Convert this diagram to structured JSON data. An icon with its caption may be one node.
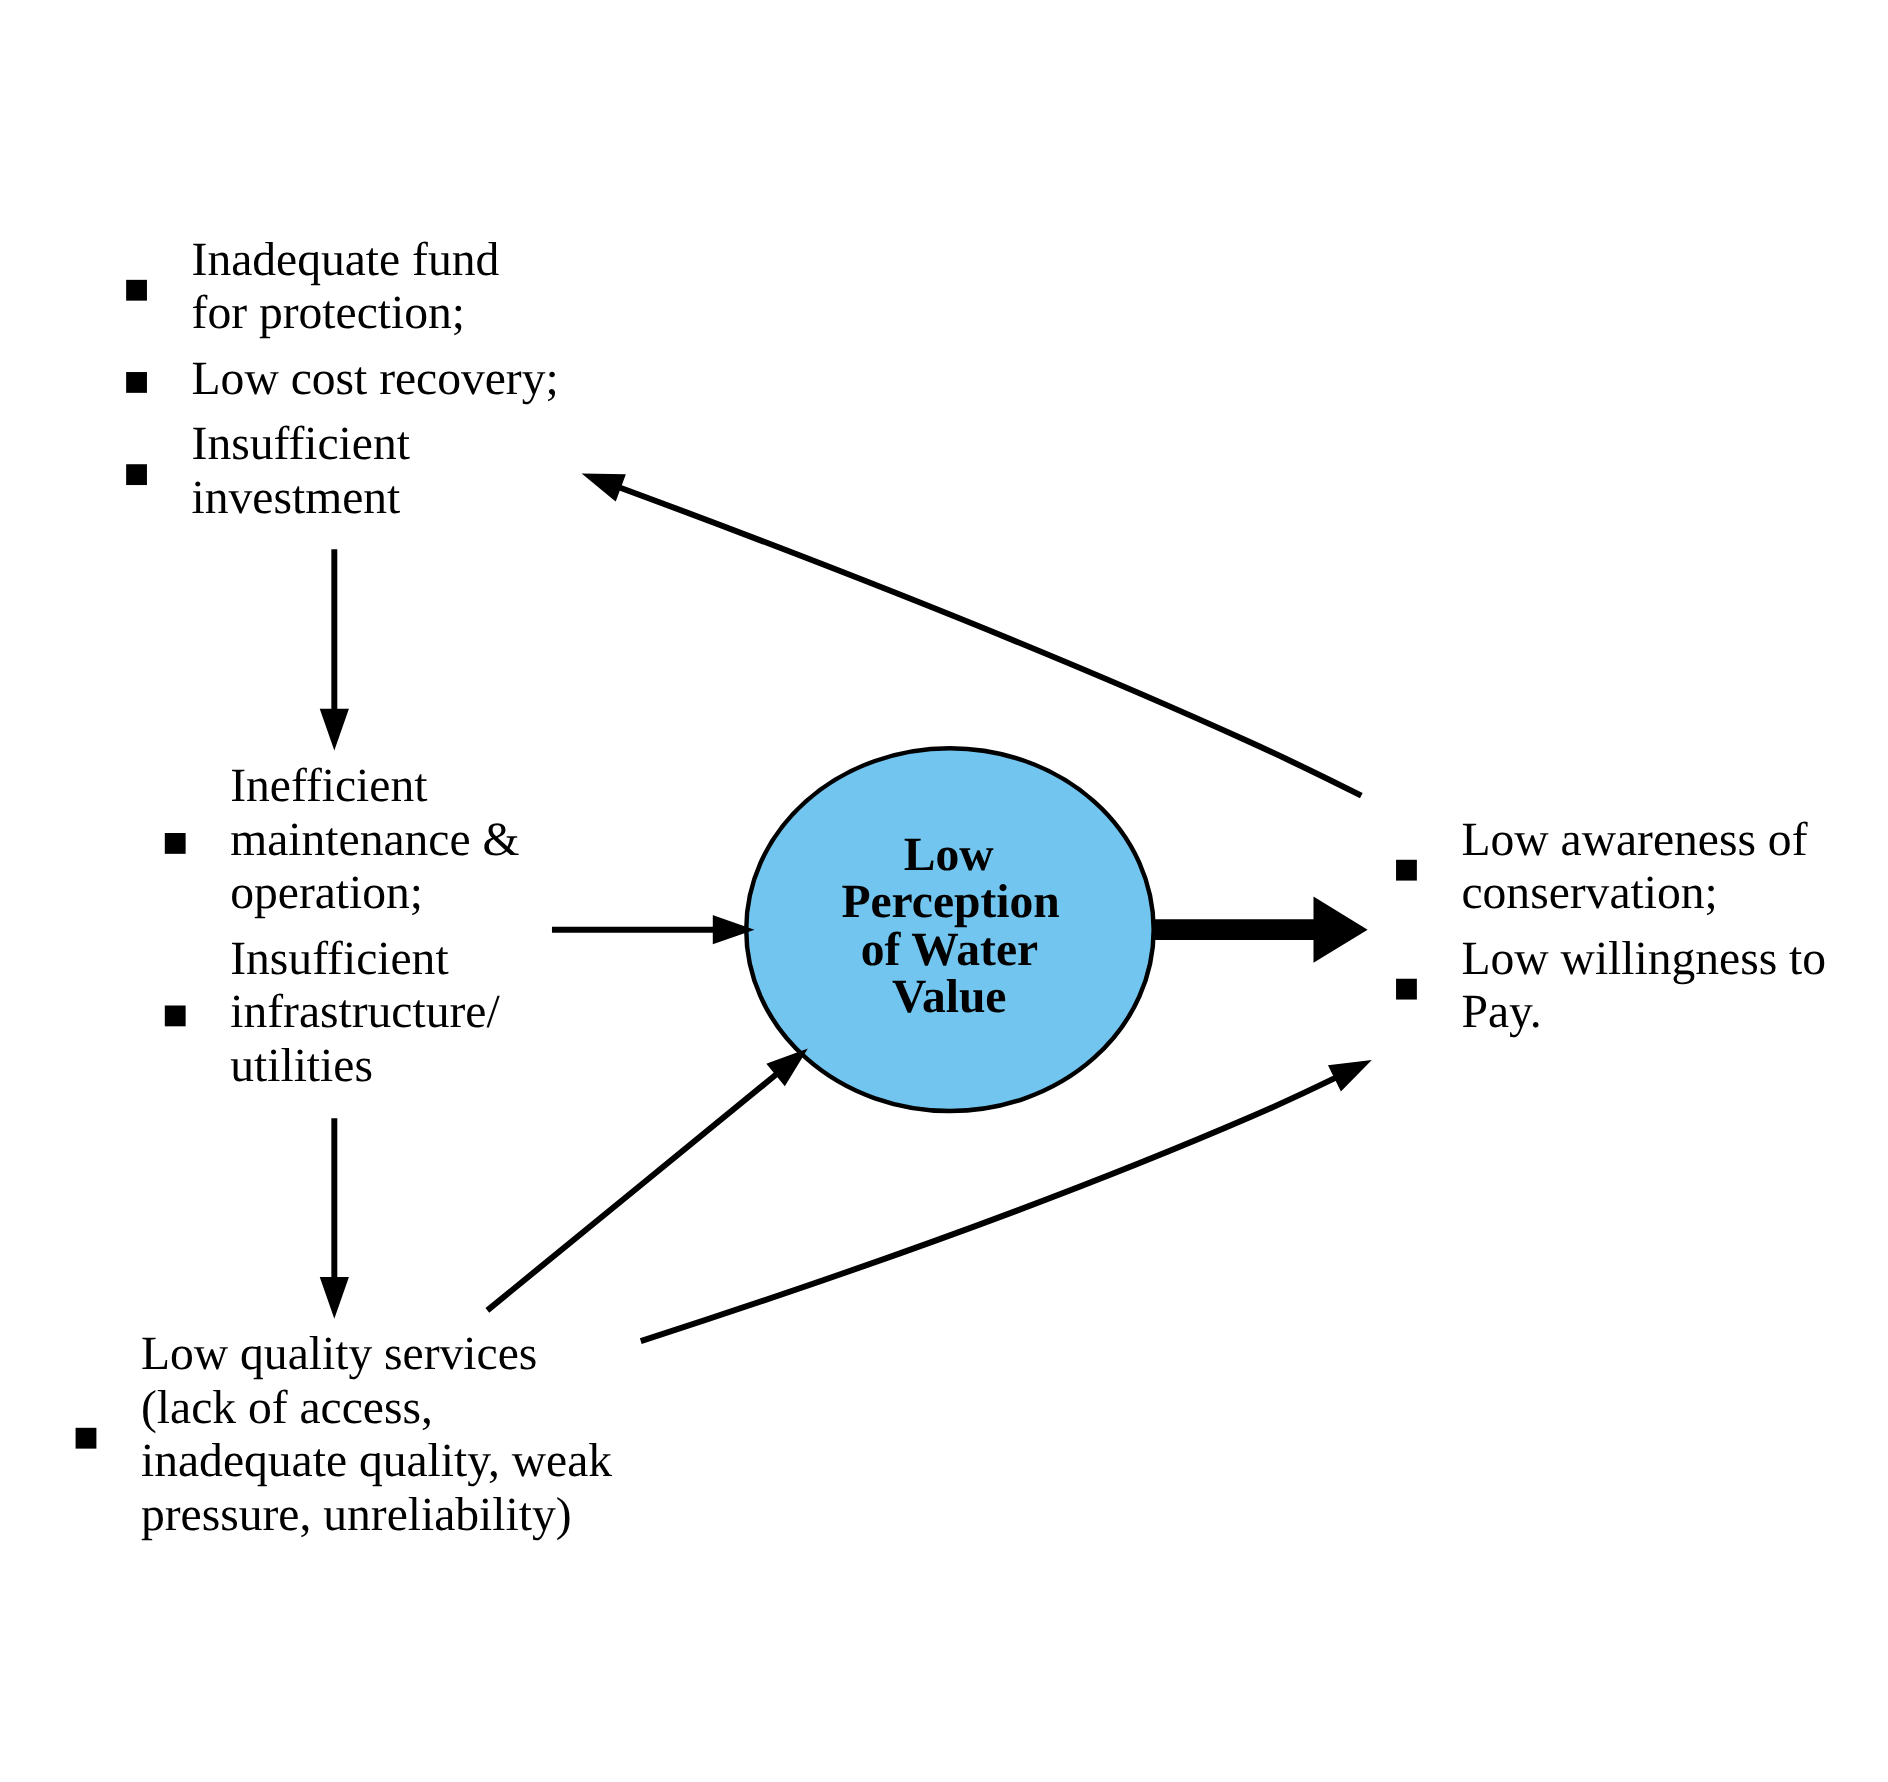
{
  "diagram": {
    "nodes": [
      {
        "text": [
          "Low Perception of Water Value"
        ]
      },
      {
        "text": [
          "Low awareness of conservation;",
          "Low willingness to Pay."
        ]
      },
      {
        "text": [
          "Inadequate fund for protection;",
          "Low cost recovery;",
          "Insufficient investment"
        ]
      },
      {
        "text": [
          "Inefficient maintenance & operation;",
          "Insufficient infrastructure/ utilities"
        ]
      },
      {
        "text": [
          "Low quality services (lack of access, inadequate quality, weak pressure, unreliability)"
        ]
      }
    ],
    "edges": [
      {
        "from": 0,
        "to": 1,
        "arrow": "to",
        "style": "thick"
      },
      {
        "from": 1,
        "to": 2,
        "arrow": "to"
      },
      {
        "from": 2,
        "to": 3,
        "arrow": "to"
      },
      {
        "from": 3,
        "to": 0,
        "arrow": "to"
      },
      {
        "from": 3,
        "to": 4,
        "arrow": "to"
      },
      {
        "from": 4,
        "to": 0,
        "arrow": "to"
      },
      {
        "from": 4,
        "to": 1,
        "arrow": "to"
      }
    ]
  }
}
